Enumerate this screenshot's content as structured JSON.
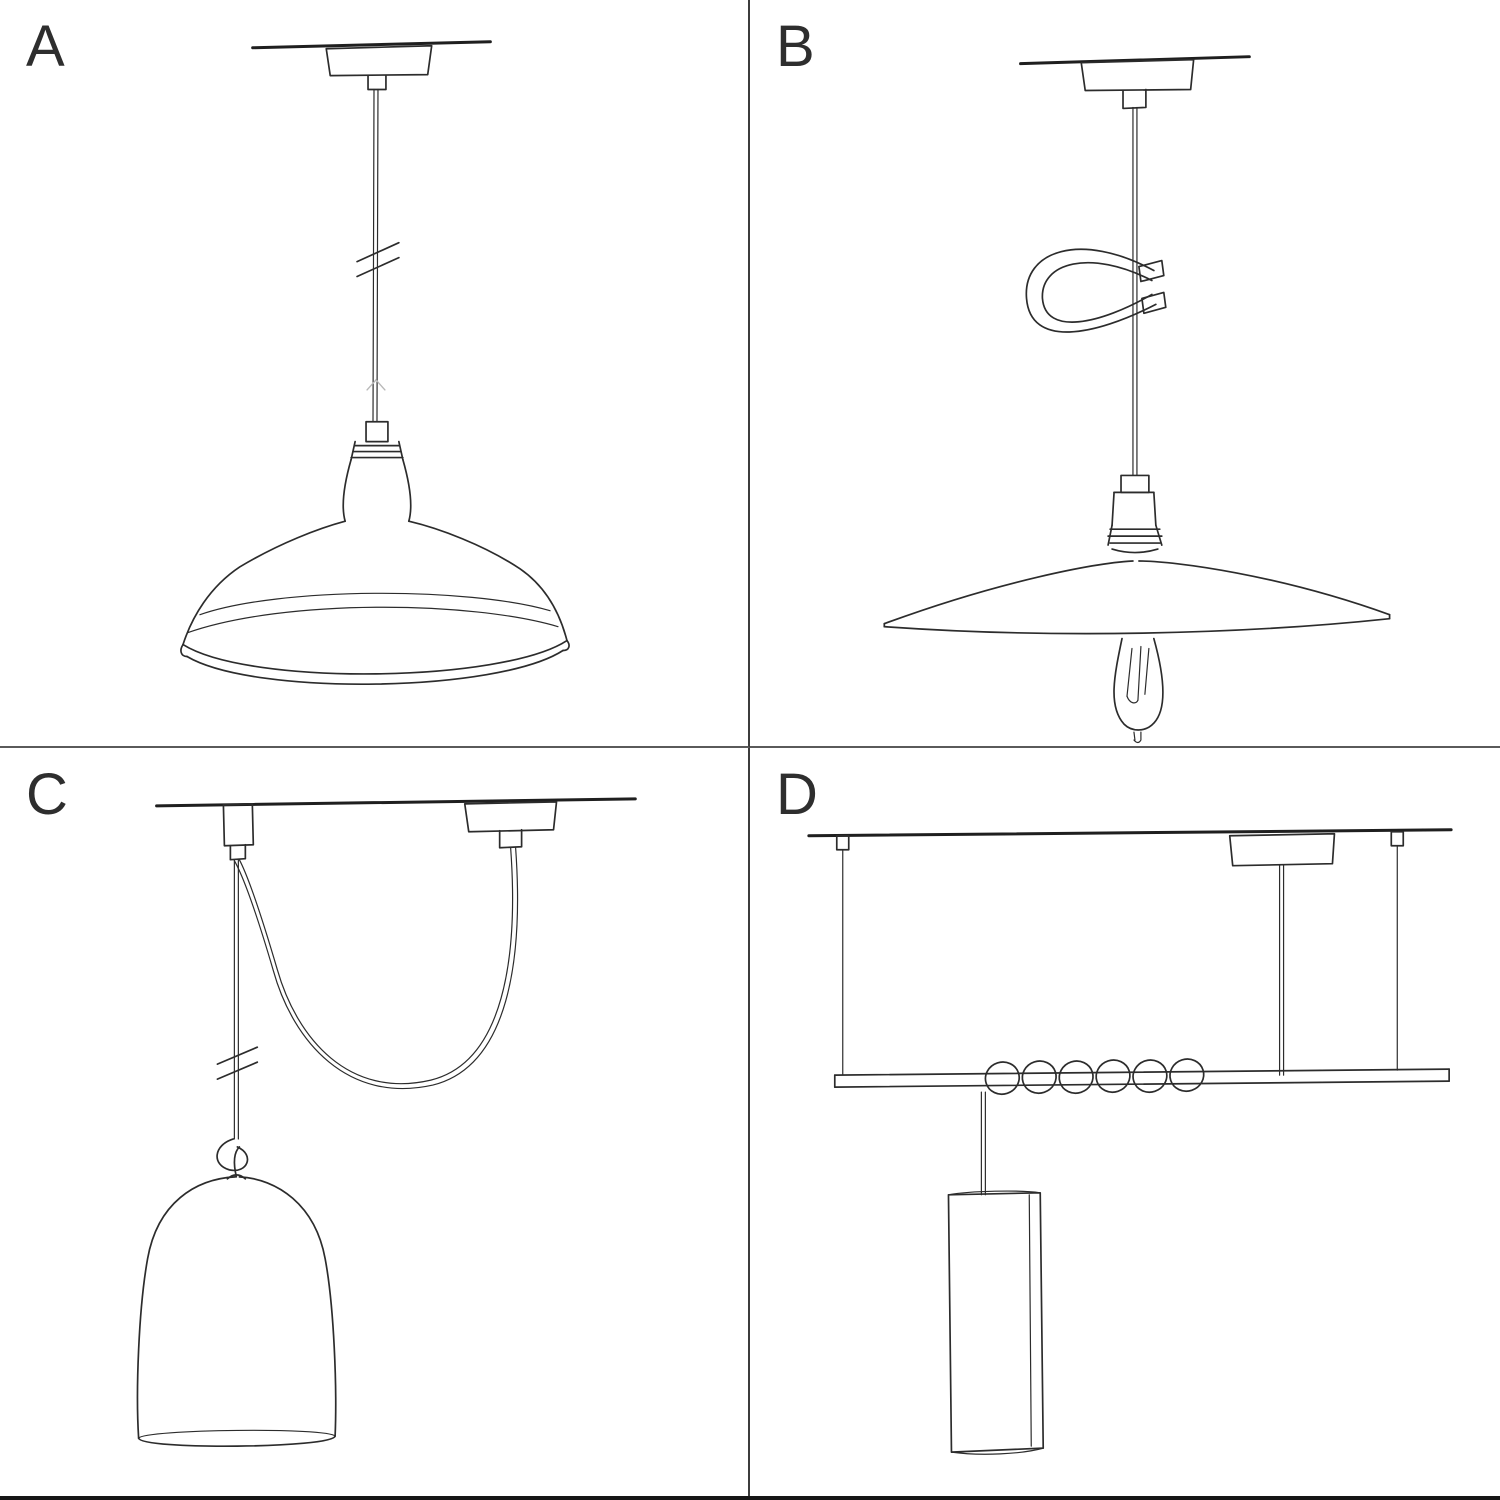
{
  "panels": [
    {
      "label": "A",
      "description": "pendant with ceiling rose, long cable and industrial metal shade"
    },
    {
      "label": "B",
      "description": "pendant with decorative cable clip, flat plate shade and exposed bulb"
    },
    {
      "label": "C",
      "description": "swag pendant over ceiling hook with knotted cable and bell shade"
    },
    {
      "label": "D",
      "description": "cable suspension bar with coiled cord and tube shade"
    }
  ],
  "colors": {
    "background": "#ffffff",
    "ink": "#2c2c2c",
    "divider": "#4a4a4a"
  }
}
